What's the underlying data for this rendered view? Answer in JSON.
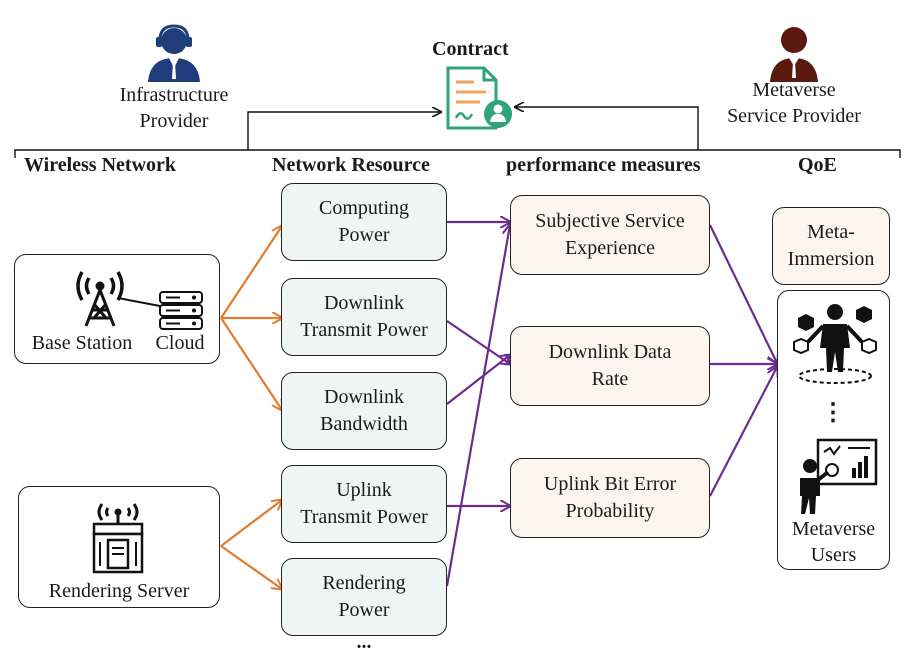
{
  "contract": {
    "title": "Contract"
  },
  "actors": {
    "infrastructure_provider": "Infrastructure\nProvider",
    "metaverse_service_provider": "Metaverse\nService Provider"
  },
  "headers": {
    "wireless_network": "Wireless Network",
    "network_resource": "Network Resource",
    "performance_measures": "performance measures",
    "qoe": "QoE"
  },
  "wireless": {
    "base_station": "Base Station",
    "cloud": "Cloud",
    "rendering_server": "Rendering Server"
  },
  "resources": {
    "computing_power": "Computing\nPower",
    "downlink_transmit_power": "Downlink\nTransmit Power",
    "downlink_bandwidth": "Downlink\nBandwidth",
    "uplink_transmit_power": "Uplink\nTransmit Power",
    "rendering_power": "Rendering\nPower",
    "more": "..."
  },
  "measures": {
    "subjective_service_experience": "Subjective Service\nExperience",
    "downlink_data_rate": "Downlink Data\nRate",
    "uplink_bit_error_probability": "Uplink Bit Error\nProbability"
  },
  "qoe": {
    "meta_immersion": "Meta-\nImmersion",
    "vertical_dots": "⋮",
    "metaverse_users": "Metaverse\nUsers"
  },
  "colors": {
    "orange_arrow": "#e37b2f",
    "purple_arrow": "#6a2c91",
    "infra_blue": "#1f3d7a",
    "msp_red": "#5a1a10",
    "contract_green": "#2fa37a",
    "resource_fill": "#eef5f3",
    "measure_fill": "#fbf5ee"
  },
  "icons": [
    "person-headset-icon",
    "businessman-icon",
    "contract-document-icon",
    "antenna-tower-icon",
    "server-rack-icon",
    "rendering-server-icon",
    "vr-user-icon",
    "dashboard-user-icon"
  ]
}
